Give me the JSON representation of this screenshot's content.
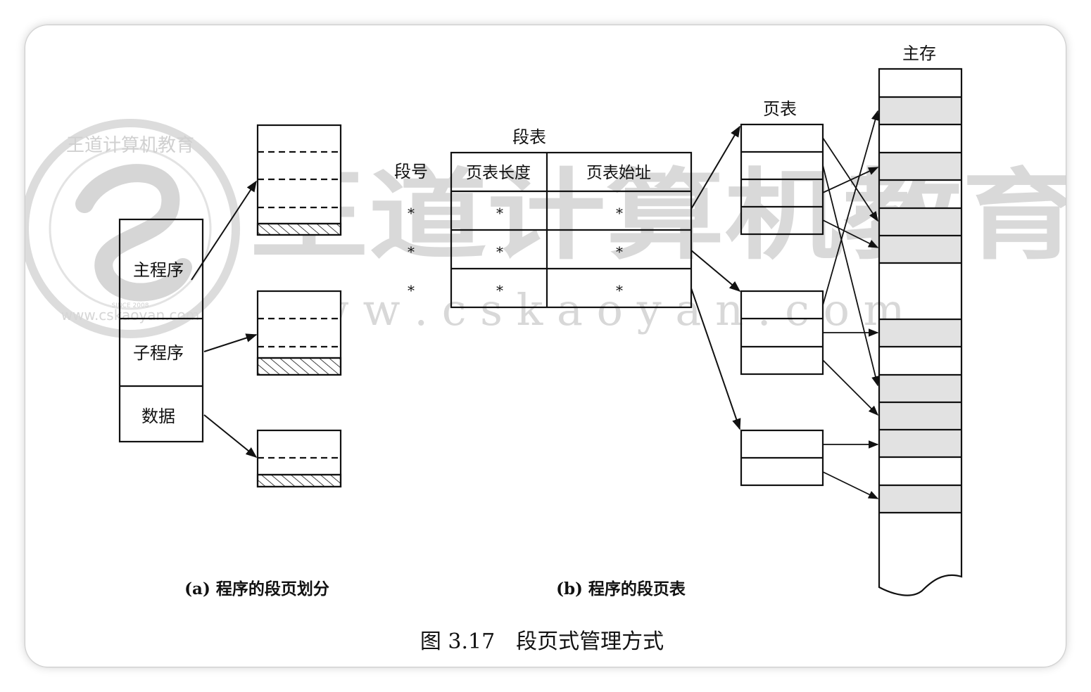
{
  "watermark": {
    "brand": "王道计算机教育",
    "url": "w w w . c s k a o y a n . c o m",
    "seal_arc": "王道计算机教育",
    "seal_url": "www.cskaoyan.com",
    "seal_since": "SINCE 2008"
  },
  "left_program": {
    "segments": [
      "主程序",
      "子程序",
      "数据"
    ]
  },
  "segment_table": {
    "title": "段表",
    "col_segment_no": "段号",
    "col_page_table_length": "页表长度",
    "col_page_table_start": "页表始址",
    "cell_marker": "*"
  },
  "page_table": {
    "title": "页表"
  },
  "main_memory": {
    "title": "主存"
  },
  "captions": {
    "part_a": "(a) 程序的段页划分",
    "part_b": "(b) 程序的段页表",
    "figure": "图 3.17　段页式管理方式"
  }
}
